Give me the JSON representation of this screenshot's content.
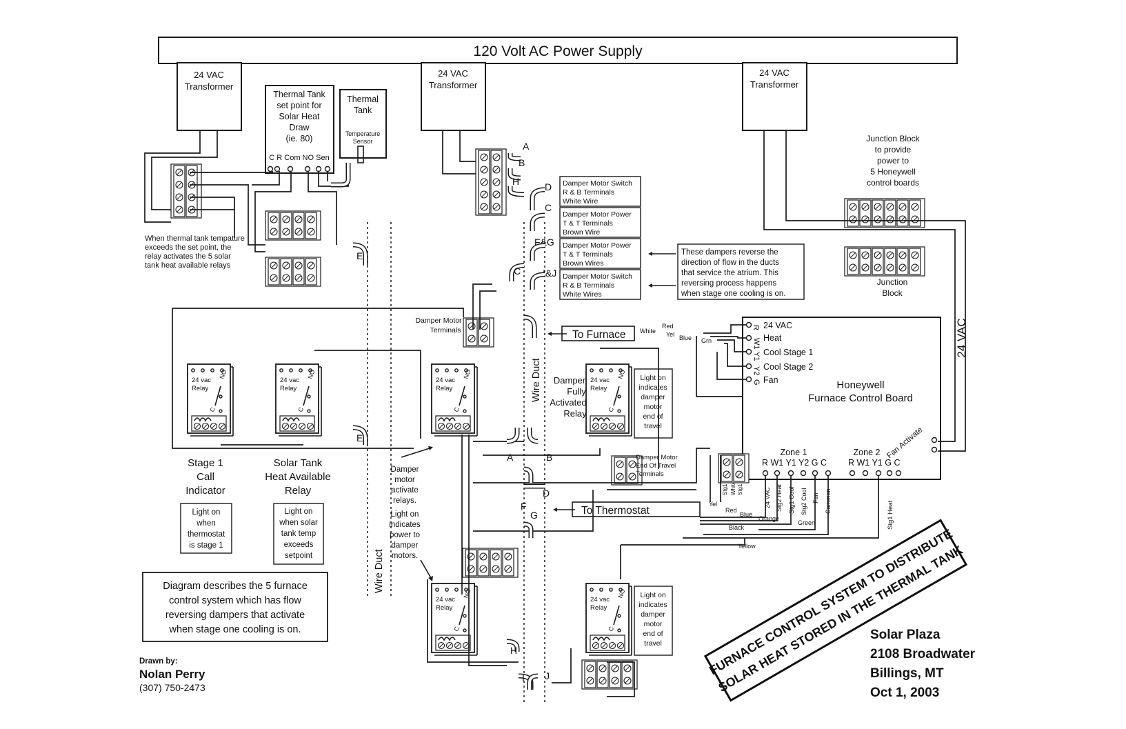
{
  "power_supply": "120 Volt AC Power Supply",
  "transformers": [
    {
      "line1": "24 VAC",
      "line2": "Transformer"
    },
    {
      "line1": "24 VAC",
      "line2": "Transformer"
    },
    {
      "line1": "24 VAC",
      "line2": "Transformer"
    }
  ],
  "thermal_setpoint": [
    "Thermal Tank",
    "set point for",
    "Solar Heat",
    "Draw",
    "(ie. 80)"
  ],
  "setpoint_terminals": "C R Com NO Sen",
  "thermal_tank": [
    "Thermal",
    "Tank"
  ],
  "temp_sensor": [
    "Temperature",
    "Sensor"
  ],
  "thermal_note": [
    "When thermal tank tempature",
    "exceeds the set point, the",
    "relay activates the 5 solar",
    "tank heat available relays"
  ],
  "junction_top": [
    "Junction Block",
    "to provide",
    "power to",
    "5 Honeywell",
    "control boards"
  ],
  "junction_bottom": [
    "Junction",
    "Block"
  ],
  "vac_side": "24 VAC",
  "damper_labels": [
    {
      "tag": "D",
      "lines": [
        "Damper Motor Switch",
        "R & B Terminals",
        "White Wire"
      ]
    },
    {
      "tag": "C",
      "lines": [
        "Damper Motor Power",
        "T & T Terminals",
        "Brown Wire"
      ]
    },
    {
      "tag": "F&G",
      "lines": [
        "Damper Motor Power",
        "T & T Terminals",
        "Brown Wires"
      ]
    },
    {
      "tag": "I&J",
      "lines": [
        "Damper Motor Switch",
        "R & B Terminals",
        "White Wires"
      ]
    }
  ],
  "reverse_note": [
    "These dampers reverse the",
    "direction of flow in the ducts",
    "that service the atrium.  This",
    "reversing process happens",
    "when stage one cooling is on."
  ],
  "connector_tags": {
    "A": "A",
    "B": "B",
    "C": "C",
    "D": "D",
    "E": "E",
    "F": "F",
    "G": "G",
    "H": "H",
    "I": "I",
    "J": "J"
  },
  "relay_text": {
    "line1": "24 vac",
    "line2": "Relay",
    "no": "NO",
    "c": "C"
  },
  "damper_motor_terminals": [
    "Damper Motor",
    "Terminals"
  ],
  "damper_end_terminals": [
    "Damper Motor",
    "End Of Travel",
    "Terminals"
  ],
  "wire_duct": "Wire Duct",
  "to_furnace": "To Furnace",
  "to_thermostat": "To Thermostat",
  "wire_colors": {
    "red": "Red",
    "white": "White",
    "yel": "Yel",
    "blue": "Blue",
    "grn": "Grn",
    "orange": "Orange",
    "green": "Green",
    "black": "Black",
    "yellow": "Yellow"
  },
  "honeywell_terminals": [
    {
      "code": "R",
      "label": "24 VAC"
    },
    {
      "code": "W1",
      "label": "Heat"
    },
    {
      "code": "Y1",
      "label": "Cool Stage 1"
    },
    {
      "code": "Y2",
      "label": "Cool Stage 2"
    },
    {
      "code": "G",
      "label": "Fan"
    }
  ],
  "honeywell_title": [
    "Honeywell",
    "Furnace Control Board"
  ],
  "zone1": {
    "name": "Zone 1",
    "terms": "R W1 Y1 Y2 G  C"
  },
  "zone2": {
    "name": "Zone 2",
    "terms": "R W1 Y1 G C"
  },
  "fan_activate": "Fan Activate",
  "zone_wires": [
    "24 VAC",
    "Stg2 Heat",
    "Stg1 Cool",
    "Stg2 Cool",
    "Fan",
    "Common"
  ],
  "stg1_heat": "Stg1 Heat",
  "small_block_wires": [
    "Stg1 Cool",
    "White",
    "Stg1 Heat"
  ],
  "damper_fully": [
    "Damper",
    "Fully",
    "Activated",
    "Relay"
  ],
  "light_end_travel": [
    "Light on",
    "indicates",
    "damper",
    "motor",
    "end of",
    "travel"
  ],
  "stage1": [
    "Stage 1",
    "Call",
    "Indicator"
  ],
  "stage1_light": [
    "Light on",
    "when",
    "thermostat",
    "is stage 1"
  ],
  "solar_relay": [
    "Solar Tank",
    "Heat Available",
    "Relay"
  ],
  "solar_light": [
    "Light on",
    "when solar",
    "tank temp",
    "exceeds",
    "setpoint"
  ],
  "damper_activate_note": [
    "Damper",
    "motor",
    "activate",
    "relays.",
    "Light on",
    "indicates",
    "power to",
    "damper",
    "motors."
  ],
  "description": [
    "Diagram describes the 5 furnace",
    "control system which has flow",
    "reversing dampers that activate",
    "when stage one cooling is on."
  ],
  "drawn_by": {
    "label": "Drawn by:",
    "name": "Nolan Perry",
    "phone": "(307) 750-2473"
  },
  "stamp": [
    "FURNACE CONTROL SYSTEM TO DISTRIBUTE",
    "SOLAR HEAT STORED IN THE THERMAL TANK"
  ],
  "address": [
    "Solar Plaza",
    "2108 Broadwater",
    "Billings, MT",
    "Oct 1, 2003"
  ]
}
